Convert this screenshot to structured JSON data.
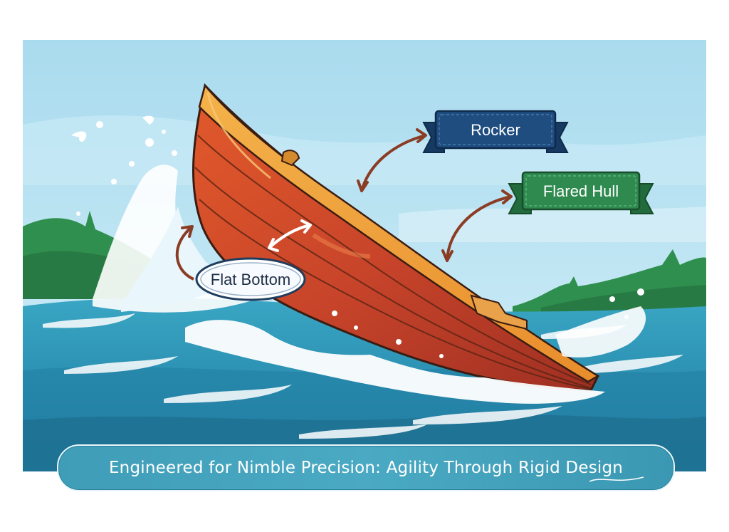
{
  "labels": {
    "rocker": "Rocker",
    "flared_hull": "Flared Hull",
    "flat_bottom": "Flat Bottom"
  },
  "caption": "Engineered for Nimble Precision: Agility Through Rigid Design",
  "colors": {
    "sky": "#b5e1f0",
    "cloud": "#dff2f9",
    "hill": "#2f8f4e",
    "sea": "#2c8fb0",
    "sea_deep": "#1f6f8f",
    "hull_light": "#f0a53c",
    "hull_dark": "#c0432a",
    "rocker_banner": "#1f4d80",
    "flared_banner": "#2e8a4f",
    "arrow": "#8a3d24",
    "caption_bg": "#3f9db8"
  },
  "icons": [
    "double-arrow-icon",
    "curved-arrow-icon"
  ]
}
